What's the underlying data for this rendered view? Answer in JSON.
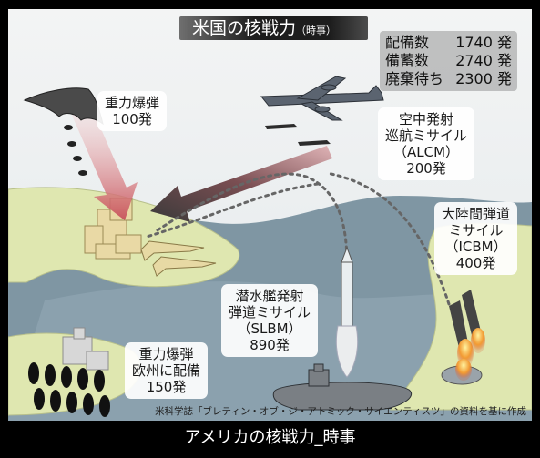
{
  "title": {
    "main": "米国の核戦力",
    "suffix": "（時事）"
  },
  "stats": [
    {
      "label": "配備数",
      "value": "1740 発"
    },
    {
      "label": "備蓄数",
      "value": "2740 発"
    },
    {
      "label": "廃棄待ち",
      "value": "2300 発"
    }
  ],
  "labels": {
    "bomber": [
      "重力爆弾",
      "100発"
    ],
    "alcm": [
      "空中発射",
      "巡航ミサイル",
      "（ALCM）",
      "200発"
    ],
    "icbm": [
      "大陸間弾道",
      "ミサイル",
      "（ICBM）",
      "400発"
    ],
    "slbm": [
      "潜水艦発射",
      "弾道ミサイル",
      "（SLBM）",
      "890発"
    ],
    "europe": [
      "重力爆弾",
      "欧州に配備",
      "150発"
    ]
  },
  "source": "米科学誌「ブレティン・オブ・ジ・アトミック・サイエンティスツ」の資料を基に作成",
  "caption": "アメリカの核戦力_時事",
  "colors": {
    "sea": "#7f96a3",
    "land": "#dfe7b0",
    "arrow_dark": "#3a3a3a",
    "arrow_pink": "#d3676c",
    "flame": "#f08a2b"
  }
}
